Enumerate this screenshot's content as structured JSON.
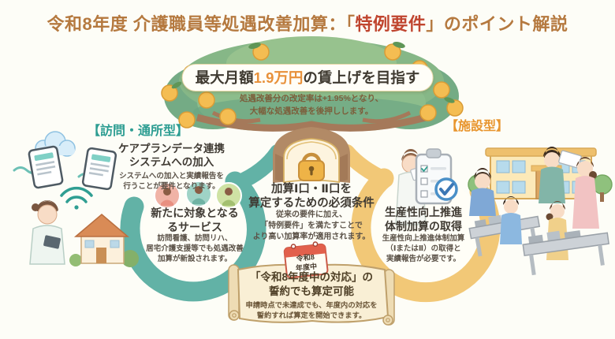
{
  "title": {
    "pre": "令和8年度 介護職員等処遇改善加算：「",
    "highlight": "特例要件",
    "post": "」のポイント解説"
  },
  "banner": {
    "prefix": "最大月額",
    "highlight": "1.9万円",
    "suffix": "の賃上げを目指す"
  },
  "banner_note": {
    "line1": "処遇改善分の改定率は+1.95%となり、",
    "line2": "大幅な処遇改善を後押しします。"
  },
  "left": {
    "label": "【訪問・通所型】",
    "item1": {
      "title_line1": "ケアプランデータ連携",
      "title_line2": "システムへの加入",
      "desc_line1": "システムへの加入と実績報告を",
      "desc_line2": "行うことが要件となります。"
    },
    "item2": {
      "title_line1": "新たに対象となる",
      "title_line2": "るサービス",
      "desc_line1": "訪問看護、訪問リハ、",
      "desc_line2": "居宅介護支援等でも処遇改善",
      "desc_line3": "加算が新設されます。"
    }
  },
  "center": {
    "title_line1": "加算Ⅰ口・Ⅱ口を",
    "title_line2": "算定するための必須条件",
    "desc_line1": "従来の要件に加え、",
    "desc_line2": "「特例要件」を満たすことで",
    "desc_line3": "より高い加算率が適用されます。"
  },
  "right": {
    "label": "【施設型】",
    "title_line1": "生産性向上推進",
    "title_line2": "体制加算の取得",
    "desc_line1": "生産性向上推進体制加算",
    "desc_line2": "（ⅠまたはⅡ）の取得と",
    "desc_line3": "実績報告が必要です。"
  },
  "pledge": {
    "calendar_line1": "令和8",
    "calendar_line2": "年度中",
    "title_line1": "「令和8年度中の対応」の",
    "title_line2": "誓約でも算定可能",
    "desc_line1": "申請時点で未達成でも、年度内の対応を",
    "desc_line2": "誓約すれば算定を開始できます。"
  },
  "icons": [
    "padlock-icon",
    "calendar-icon",
    "checkmark-icon",
    "cloud-icon",
    "wifi-icon",
    "tablet-icon"
  ],
  "colors": {
    "background": "#fdfdf7",
    "title_brown": "#b5793f",
    "highlight_red": "#c0452f",
    "highlight_orange": "#e8913a",
    "visit_teal": "#2d9d92",
    "facility_orange": "#e8952e",
    "tree_green": "#86b787",
    "fruit_orange": "#f4bd52",
    "swoosh_teal": "#62b2a6",
    "swoosh_yellow": "#f2c877",
    "scroll_parchment": "#f9efd5",
    "calendar_red": "#e2604c"
  }
}
